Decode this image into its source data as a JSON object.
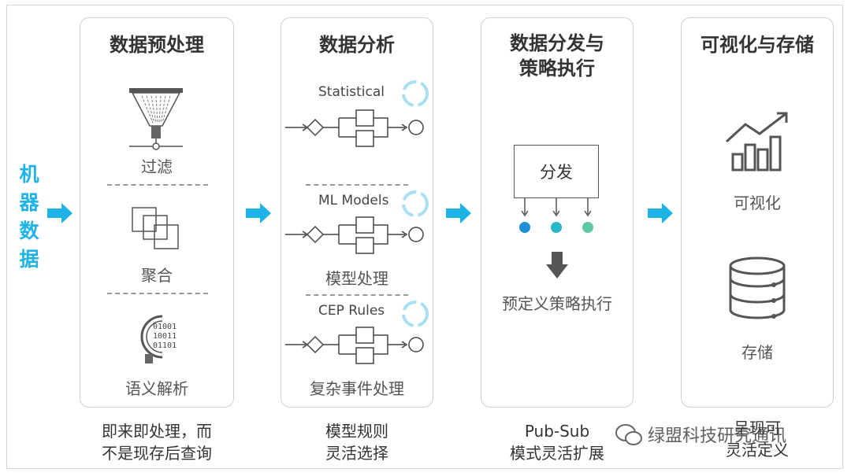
{
  "side_label": [
    "机",
    "器",
    "数",
    "据"
  ],
  "panels": [
    {
      "title": "数据预处理",
      "items": [
        "过滤",
        "聚合",
        "语义解析"
      ],
      "caption": [
        "即来即处理，而",
        "不是现存后查询"
      ]
    },
    {
      "title": "数据分析",
      "models": [
        "Statistical",
        "ML Models",
        "CEP Rules"
      ],
      "labels": [
        "模型处理",
        "复杂事件处理"
      ],
      "caption": [
        "模型规则",
        "灵活选择"
      ]
    },
    {
      "title_lines": [
        "数据分发与",
        "策略执行"
      ],
      "box_label": "分发",
      "label": "预定义策略执行",
      "caption": [
        "Pub-Sub",
        "模式灵活扩展"
      ]
    },
    {
      "title": "可视化与存储",
      "items": [
        "可视化",
        "存储"
      ],
      "caption": [
        "呈现可",
        "灵活定义"
      ]
    }
  ],
  "watermark": "绿盟科技研究通讯",
  "colors": {
    "accent": "#1eb3e6",
    "dot1": "#1e90d8",
    "dot2": "#2ab6c9",
    "dot3": "#5cc9a0"
  }
}
